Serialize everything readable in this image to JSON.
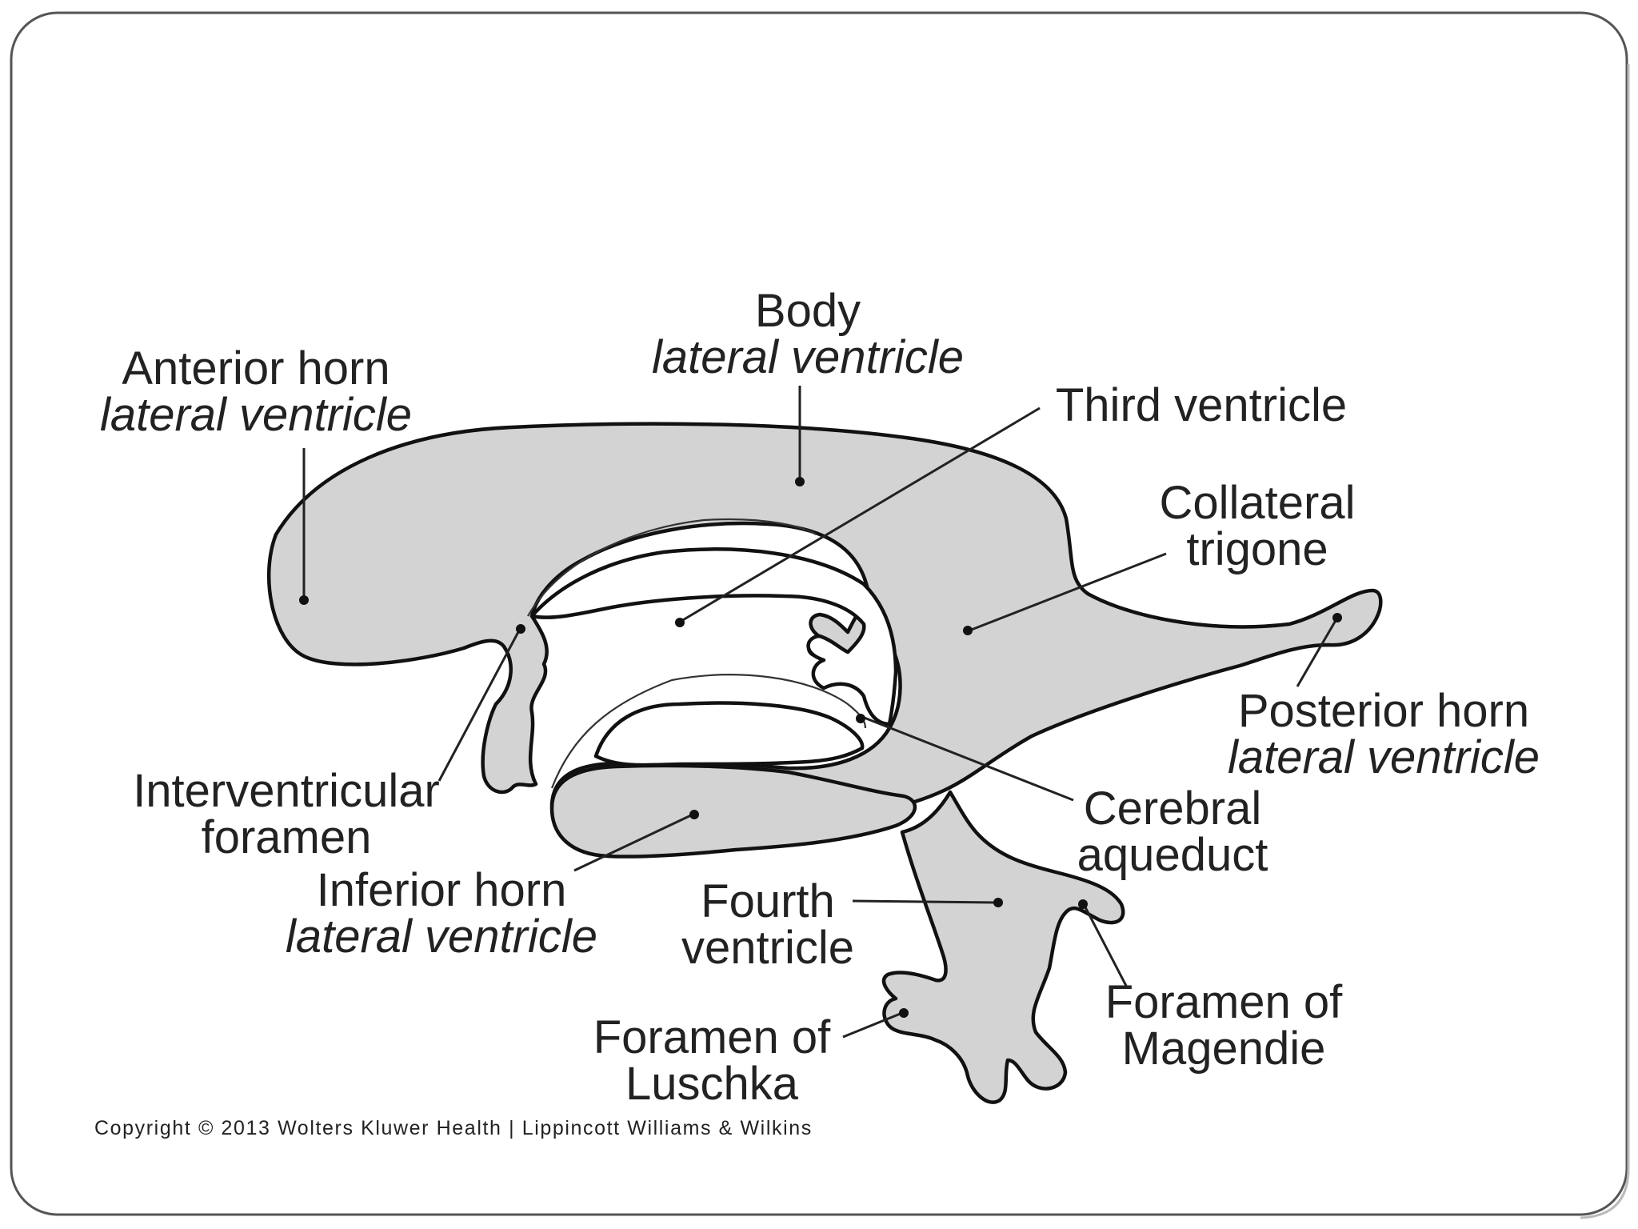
{
  "colors": {
    "ventricle_fill": "#d3d3d3",
    "outline": "#111111",
    "frame": "#555555"
  },
  "labels": {
    "body": {
      "line1": "Body",
      "line2": "lateral ventricle"
    },
    "anterior_horn": {
      "line1": "Anterior horn",
      "line2": "lateral ventricle"
    },
    "third_ventricle": {
      "line1": "Third ventricle"
    },
    "collateral_trigone": {
      "line1": "Collateral",
      "line2": "trigone"
    },
    "posterior_horn": {
      "line1": "Posterior horn",
      "line2": "lateral ventricle"
    },
    "interventricular_foramen": {
      "line1": "Interventricular",
      "line2": "foramen"
    },
    "cerebral_aqueduct": {
      "line1": "Cerebral",
      "line2": "aqueduct"
    },
    "inferior_horn": {
      "line1": "Inferior horn",
      "line2": "lateral ventricle"
    },
    "fourth_ventricle": {
      "line1": "Fourth",
      "line2": "ventricle"
    },
    "foramen_magendie": {
      "line1": "Foramen of",
      "line2": "Magendie"
    },
    "foramen_luschka": {
      "line1": "Foramen of",
      "line2": "Luschka"
    }
  },
  "copyright": "Copyright © 2013 Wolters Kluwer Health | Lippincott Williams & Wilkins"
}
